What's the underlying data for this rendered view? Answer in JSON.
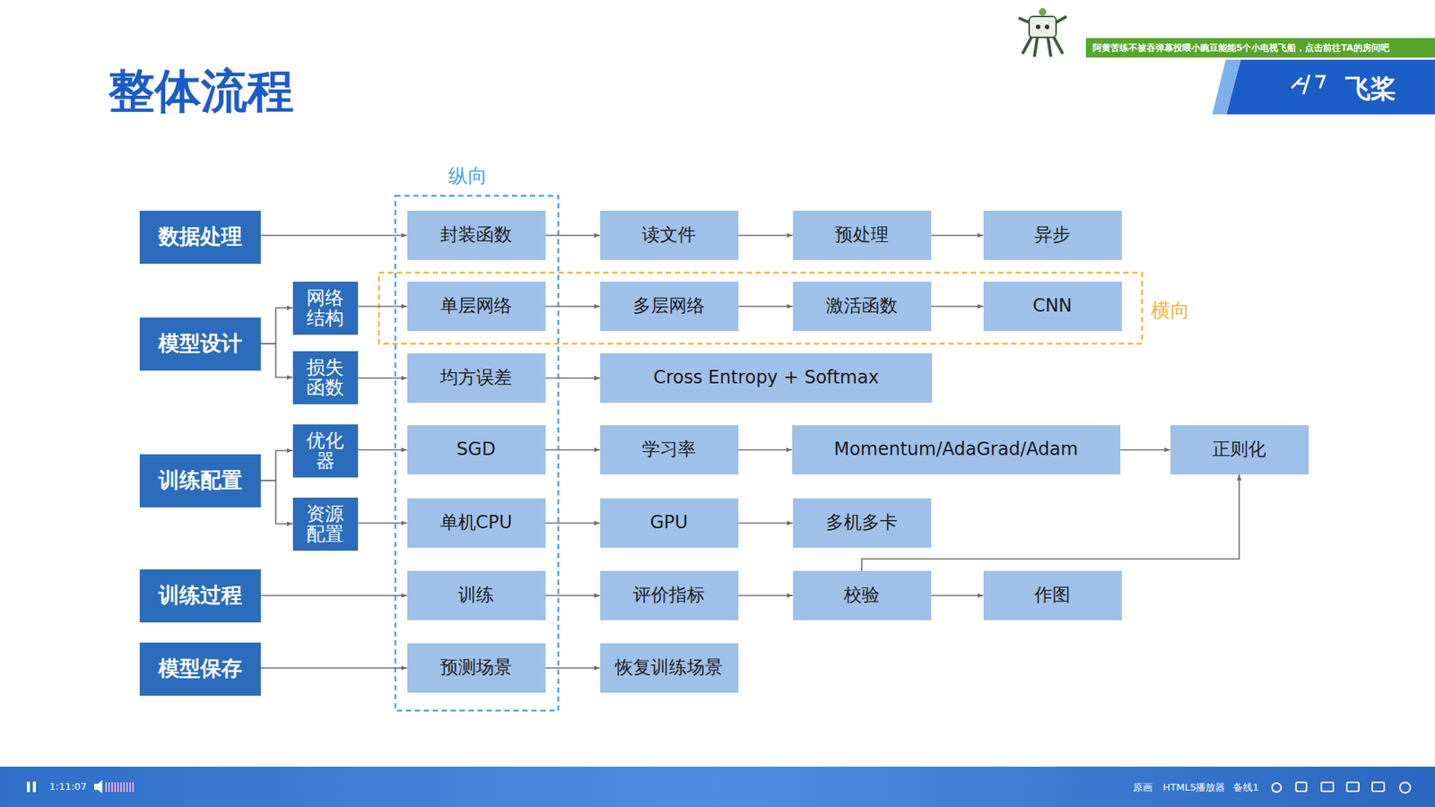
{
  "diagram": {
    "title": "整体流程",
    "nodes": [
      {
        "text": [
          "数据处理"
        ]
      },
      {
        "text": [
          "模型设计"
        ]
      },
      {
        "text": [
          "网络结构"
        ]
      },
      {
        "text": [
          "损失函数"
        ]
      },
      {
        "text": [
          "训练配置"
        ]
      },
      {
        "text": [
          "优化器"
        ]
      },
      {
        "text": [
          "资源配置"
        ]
      },
      {
        "text": [
          "训练过程"
        ]
      },
      {
        "text": [
          "模型保存"
        ]
      },
      {
        "text": [
          "封装函数"
        ]
      },
      {
        "text": [
          "读文件"
        ]
      },
      {
        "text": [
          "预处理"
        ]
      },
      {
        "text": [
          "异步"
        ]
      },
      {
        "text": [
          "单层网络"
        ]
      },
      {
        "text": [
          "多层网络"
        ]
      },
      {
        "text": [
          "激活函数"
        ]
      },
      {
        "text": [
          "CNN"
        ]
      },
      {
        "text": [
          "均方误差"
        ]
      },
      {
        "text": [
          "Cross Entropy + Softmax"
        ]
      },
      {
        "text": [
          "SGD"
        ]
      },
      {
        "text": [
          "学习率"
        ]
      },
      {
        "text": [
          "Momentum/AdaGrad/Adam"
        ]
      },
      {
        "text": [
          "正则化"
        ]
      },
      {
        "text": [
          "单机CPU"
        ]
      },
      {
        "text": [
          "GPU"
        ]
      },
      {
        "text": [
          "多机多卡"
        ]
      },
      {
        "text": [
          "训练"
        ]
      },
      {
        "text": [
          "评价指标"
        ]
      },
      {
        "text": [
          "校验"
        ]
      },
      {
        "text": [
          "作图"
        ]
      },
      {
        "text": [
          "预测场景"
        ]
      },
      {
        "text": [
          "恢复训练场景"
        ]
      }
    ],
    "edges": [
      {
        "from": 0,
        "to": 9,
        "arrow": "to"
      },
      {
        "from": 9,
        "to": 10,
        "arrow": "to"
      },
      {
        "from": 10,
        "to": 11,
        "arrow": "to"
      },
      {
        "from": 11,
        "to": 12,
        "arrow": "to"
      },
      {
        "from": 1,
        "to": 2,
        "arrow": "to"
      },
      {
        "from": 1,
        "to": 3,
        "arrow": "to"
      },
      {
        "from": 2,
        "to": 13,
        "arrow": "to"
      },
      {
        "from": 13,
        "to": 14,
        "arrow": "to"
      },
      {
        "from": 14,
        "to": 15,
        "arrow": "to"
      },
      {
        "from": 15,
        "to": 16,
        "arrow": "to"
      },
      {
        "from": 3,
        "to": 17,
        "arrow": "to"
      },
      {
        "from": 17,
        "to": 18,
        "arrow": "to"
      },
      {
        "from": 4,
        "to": 5,
        "arrow": "to"
      },
      {
        "from": 4,
        "to": 6,
        "arrow": "to"
      },
      {
        "from": 5,
        "to": 19,
        "arrow": "to"
      },
      {
        "from": 19,
        "to": 20,
        "arrow": "to"
      },
      {
        "from": 20,
        "to": 21,
        "arrow": "to"
      },
      {
        "from": 21,
        "to": 22,
        "arrow": "to"
      },
      {
        "from": 6,
        "to": 23,
        "arrow": "to"
      },
      {
        "from": 23,
        "to": 24,
        "arrow": "to"
      },
      {
        "from": 24,
        "to": 25,
        "arrow": "to"
      },
      {
        "from": 7,
        "to": 26,
        "arrow": "to"
      },
      {
        "from": 26,
        "to": 27,
        "arrow": "to"
      },
      {
        "from": 27,
        "to": 28,
        "arrow": "to"
      },
      {
        "from": 28,
        "to": 29,
        "arrow": "to"
      },
      {
        "from": 28,
        "to": 22,
        "arrow": "to"
      },
      {
        "from": 8,
        "to": 30,
        "arrow": "to"
      },
      {
        "from": 30,
        "to": 31,
        "arrow": "to"
      }
    ],
    "labels": [
      "纵向",
      "横向",
      "飞桨",
      "阿黄苦练不被吞弹幕投喂小豌豆能能5个小电视飞船，点击前往TA的房间吧",
      "1:11:07",
      "原画",
      "HTML5播放器",
      "备线1"
    ]
  }
}
